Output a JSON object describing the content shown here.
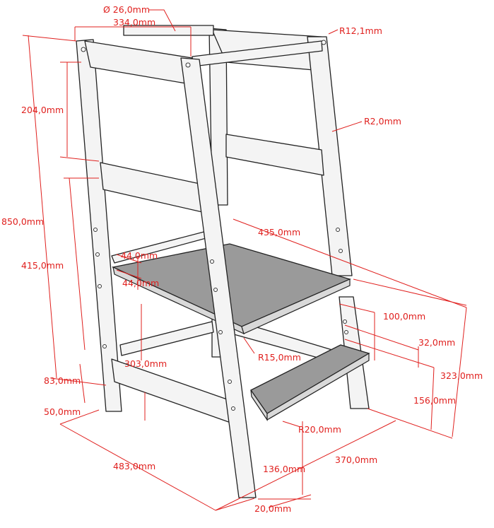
{
  "title": "Learning tower dimension drawing",
  "colors": {
    "dimension": "#e0201e",
    "board": "#9a9a9a",
    "wood": "#f4f4f4"
  },
  "dimensions": {
    "rod_diameter": "Ø 26,0mm",
    "top_width": "334,0mm",
    "top_radius": "R12,1mm",
    "edge_radius": "R2,0mm",
    "top_rail_height": "204,0mm",
    "total_height": "850,0mm",
    "platform_depth": "435,0mm",
    "platform_height": "415,0mm",
    "slot_gap_upper": "44,0mm",
    "slot_gap_lower": "44,0mm",
    "step_offset": "100,0mm",
    "slot_spacing": "32,0mm",
    "upper_slot_height": "323,0mm",
    "platform_corner_radius": "R15,0mm",
    "lower_rod_height": "303,0mm",
    "bottom_rail_height": "83,0mm",
    "leg_width": "50,0mm",
    "lower_slot_height": "156,0mm",
    "step_corner_radius": "R20,0mm",
    "base_width": "483,0mm",
    "base_depth": "370,0mm",
    "step_height": "136,0mm",
    "leg_thickness": "20,0mm"
  }
}
